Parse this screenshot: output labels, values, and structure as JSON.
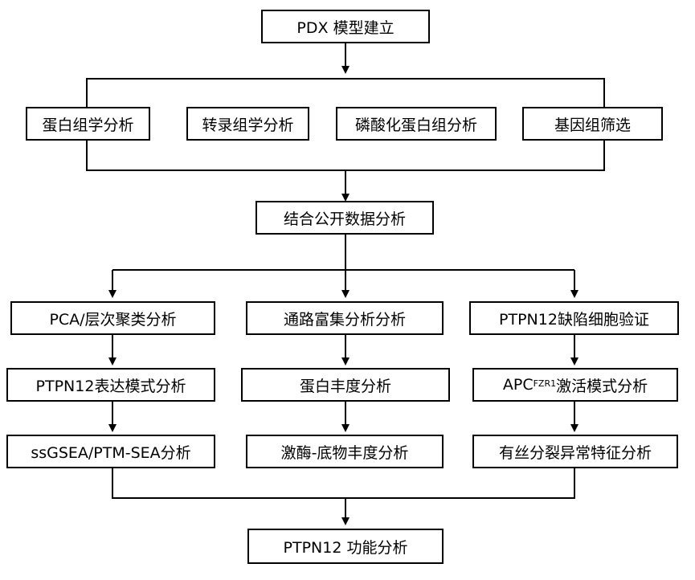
{
  "nodes": {
    "pdx": "PDX 模型建立",
    "proteome": "蛋白组学分析",
    "transcriptome": "转录组学分析",
    "phosphoproteome": "磷酸化蛋白组分析",
    "genome_screen": "基因组筛选",
    "public_data": "结合公开数据分析",
    "pca": "PCA/层次聚类分析",
    "pathway": "通路富集分析分析",
    "ptpn12_validation": "PTPN12缺陷细胞验证",
    "ptpn12_expression": "PTPN12表达模式分析",
    "protein_abundance": "蛋白丰度分析",
    "apc_base": "APC",
    "apc_sup": "FZR1",
    "apc_rest": "激活模式分析",
    "ssgsea": "ssGSEA/PTM-SEA分析",
    "kinase_substrate": "激酶-底物丰度分析",
    "mitotic": "有丝分裂异常特征分析",
    "ptpn12_function": "PTPN12 功能分析"
  }
}
